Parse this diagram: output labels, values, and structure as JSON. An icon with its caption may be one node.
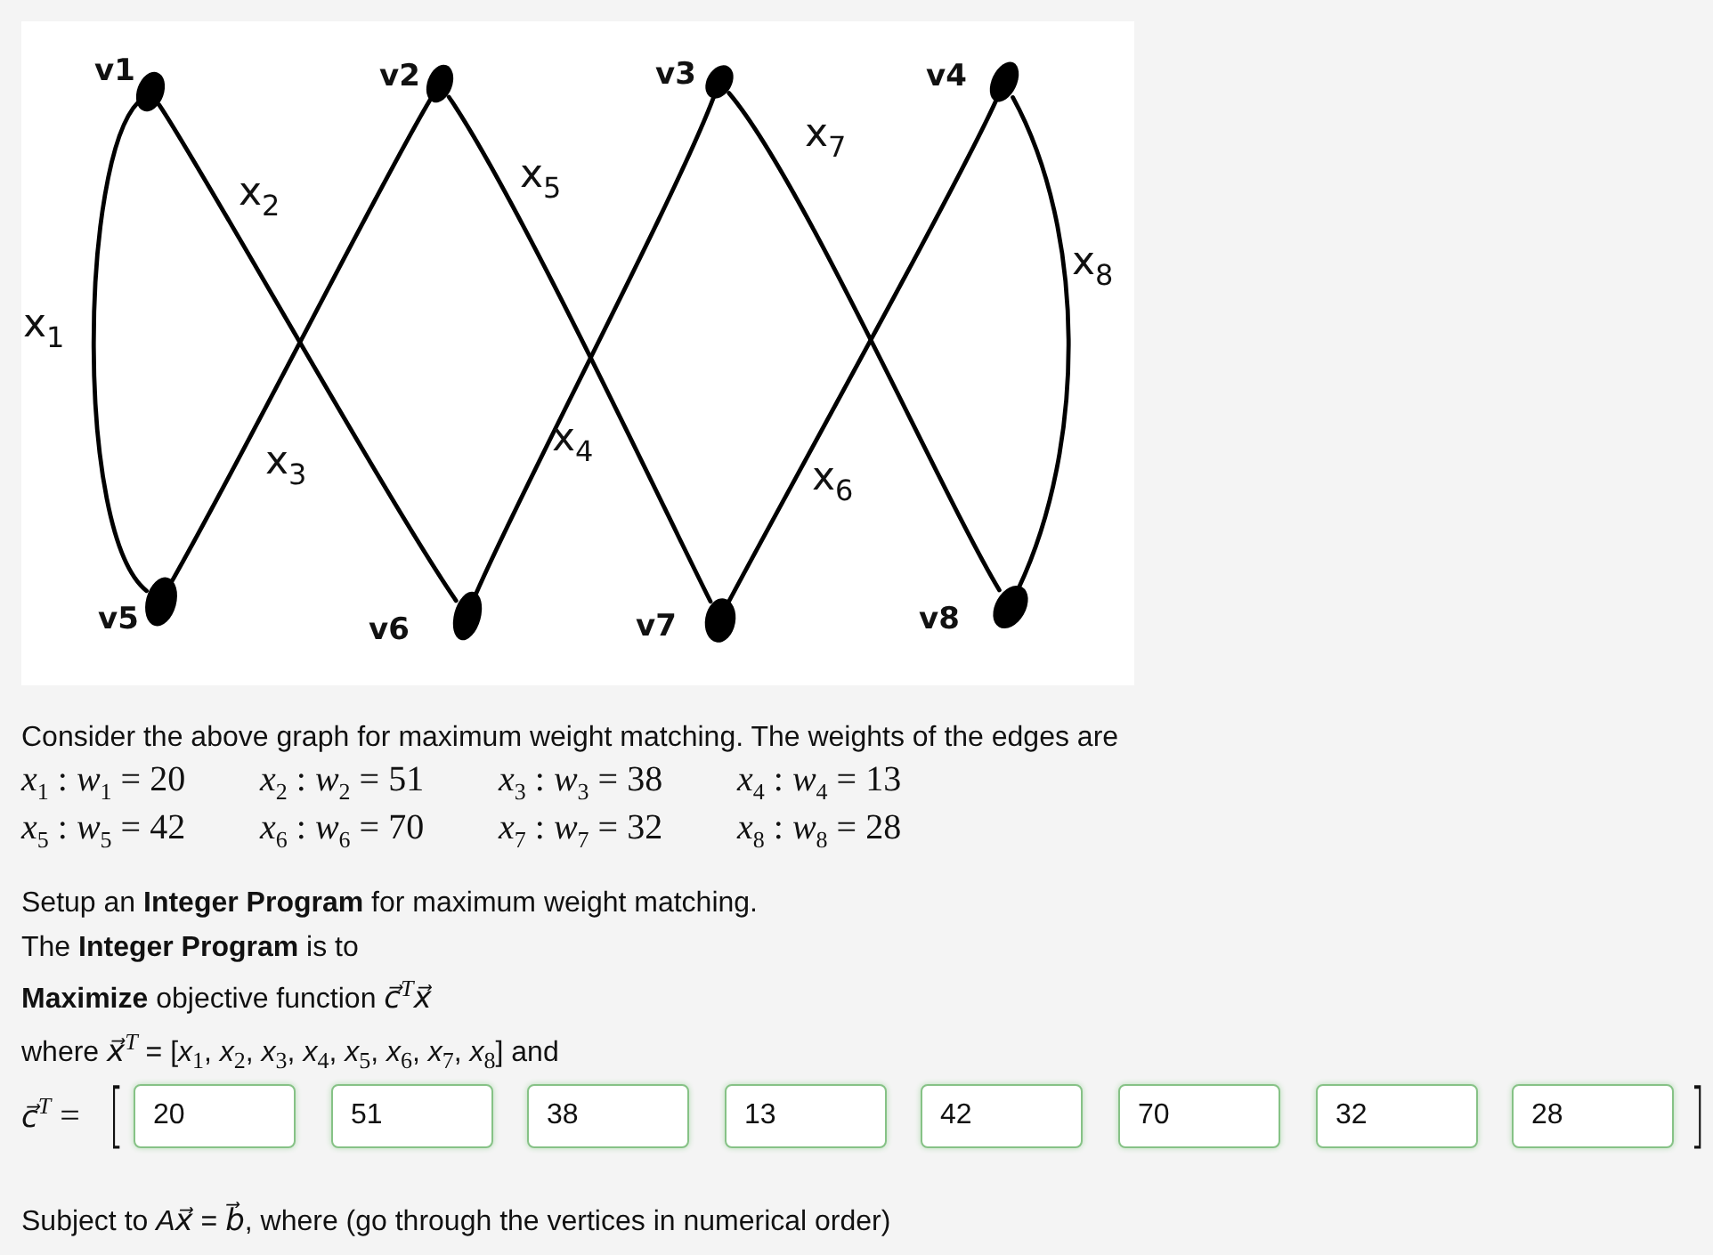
{
  "diagram": {
    "nodes": [
      {
        "text": [
          "v1"
        ]
      },
      {
        "text": [
          "v2"
        ]
      },
      {
        "text": [
          "v3"
        ]
      },
      {
        "text": [
          "v4"
        ]
      },
      {
        "text": [
          "v5"
        ]
      },
      {
        "text": [
          "v6"
        ]
      },
      {
        "text": [
          "v7"
        ]
      },
      {
        "text": [
          "v8"
        ]
      }
    ],
    "edges": [
      {
        "from": 0,
        "to": 4,
        "arrow": "none",
        "label": "x$_{1}$"
      },
      {
        "from": 0,
        "to": 5,
        "arrow": "none",
        "label": "x$_{2}$"
      },
      {
        "from": 1,
        "to": 4,
        "arrow": "none",
        "label": "x$_{3}$"
      },
      {
        "from": 2,
        "to": 5,
        "arrow": "none",
        "label": "x$_{4}$"
      },
      {
        "from": 1,
        "to": 6,
        "arrow": "none",
        "label": "x$_{5}$"
      },
      {
        "from": 3,
        "to": 6,
        "arrow": "none",
        "label": "x$_{6}$"
      },
      {
        "from": 2,
        "to": 7,
        "arrow": "none",
        "label": "x$_{7}$"
      },
      {
        "from": 3,
        "to": 7,
        "arrow": "none",
        "label": "x$_{8}$"
      }
    ],
    "labels": [
      "Consider the above graph for maximum weight matching. The weights of the edges are",
      "*x*$_{1}$ : *w*$_{1}$ = 20",
      "*x*$_{2}$ : *w*$_{2}$ = 51",
      "*x*$_{3}$ : *w*$_{3}$ = 38",
      "*x*$_{4}$ : *w*$_{4}$ = 13",
      "*x*$_{5}$ : *w*$_{5}$ = 42",
      "*x*$_{6}$ : *w*$_{6}$ = 70",
      "*x*$_{7}$ : *w*$_{7}$ = 32",
      "*x*$_{8}$ : *w*$_{8}$ = 28",
      "Setup an **Integer Program** for maximum weight matching.",
      "The **Integer Program** is to",
      "**Maximize** objective function *c⃗*$^{T}$*x⃗*",
      "where *x⃗*$^{T}$ = [*x*$_{1}$, *x*$_{2}$, *x*$_{3}$, *x*$_{4}$, *x*$_{5}$, *x*$_{6}$, *x*$_{7}$, *x*$_{8}$] and",
      "*c⃗*$^{T}$ =",
      "[",
      "20",
      "51",
      "38",
      "13",
      "42",
      "70",
      "32",
      "28",
      "]",
      "Subject to *Ax⃗* = *b⃗*, where (go through the vertices in numerical order)"
    ]
  }
}
